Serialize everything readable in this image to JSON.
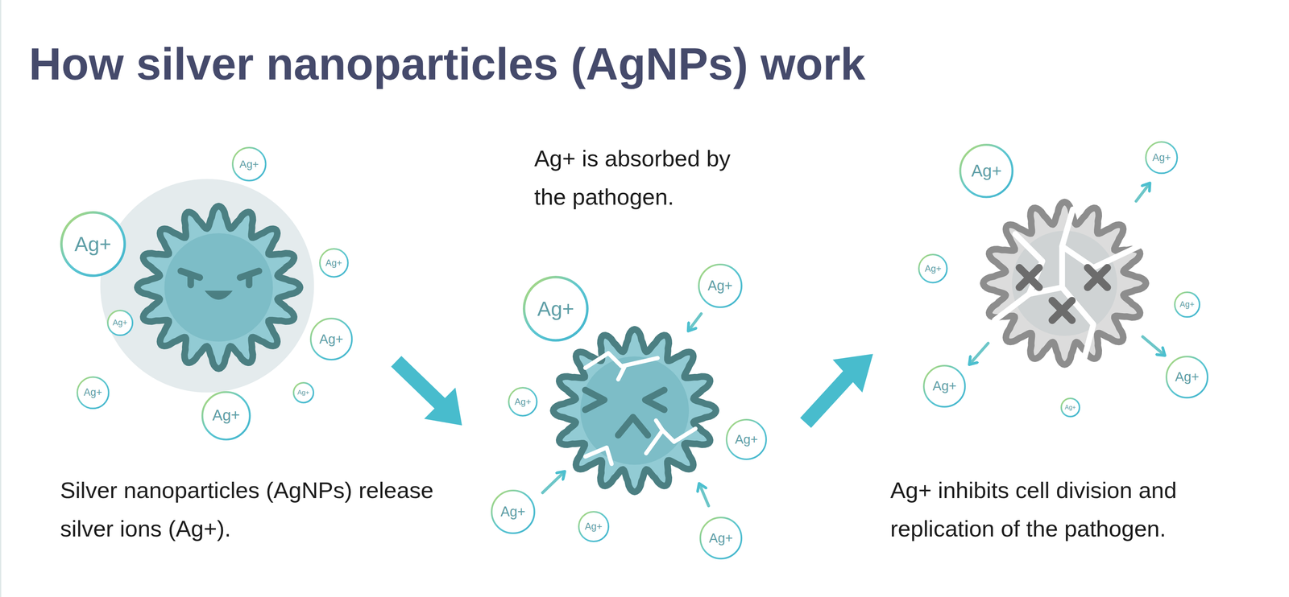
{
  "diagram": {
    "title": "How silver nanoparticles (AgNPs) work",
    "nodes": [
      {
        "text": [
          "Ag+"
        ]
      },
      {
        "text": [
          "Ag+"
        ]
      },
      {
        "text": [
          "Ag+"
        ]
      },
      {
        "text": [
          "Ag+"
        ]
      },
      {
        "text": [
          "Ag+"
        ]
      },
      {
        "text": [
          "Ag+"
        ]
      },
      {
        "text": [
          "Ag+"
        ]
      },
      {
        "text": [
          "Ag+"
        ]
      },
      {
        "text": [
          "Ag+"
        ]
      },
      {
        "text": [
          "Ag+"
        ]
      },
      {
        "text": [
          "Ag+"
        ]
      },
      {
        "text": [
          "Ag+"
        ]
      },
      {
        "text": [
          "Ag+"
        ]
      },
      {
        "text": [
          "Ag+"
        ]
      },
      {
        "text": [
          "Ag+"
        ]
      },
      {
        "text": [
          "Ag+"
        ]
      },
      {
        "text": [
          "Ag+"
        ]
      },
      {
        "text": [
          "Ag+"
        ]
      },
      {
        "text": [
          "Ag+"
        ]
      },
      {
        "text": [
          "Ag+"
        ]
      },
      {
        "text": [
          "Ag+"
        ]
      },
      {
        "text": [
          "Ag+"
        ]
      }
    ],
    "labels": [
      "Silver nanoparticles (AgNPs) release silver ions (Ag+).",
      "Ag+ is absorbed by the pathogen.",
      "Ag+ inhibits cell division and replication of the pathogen."
    ]
  }
}
